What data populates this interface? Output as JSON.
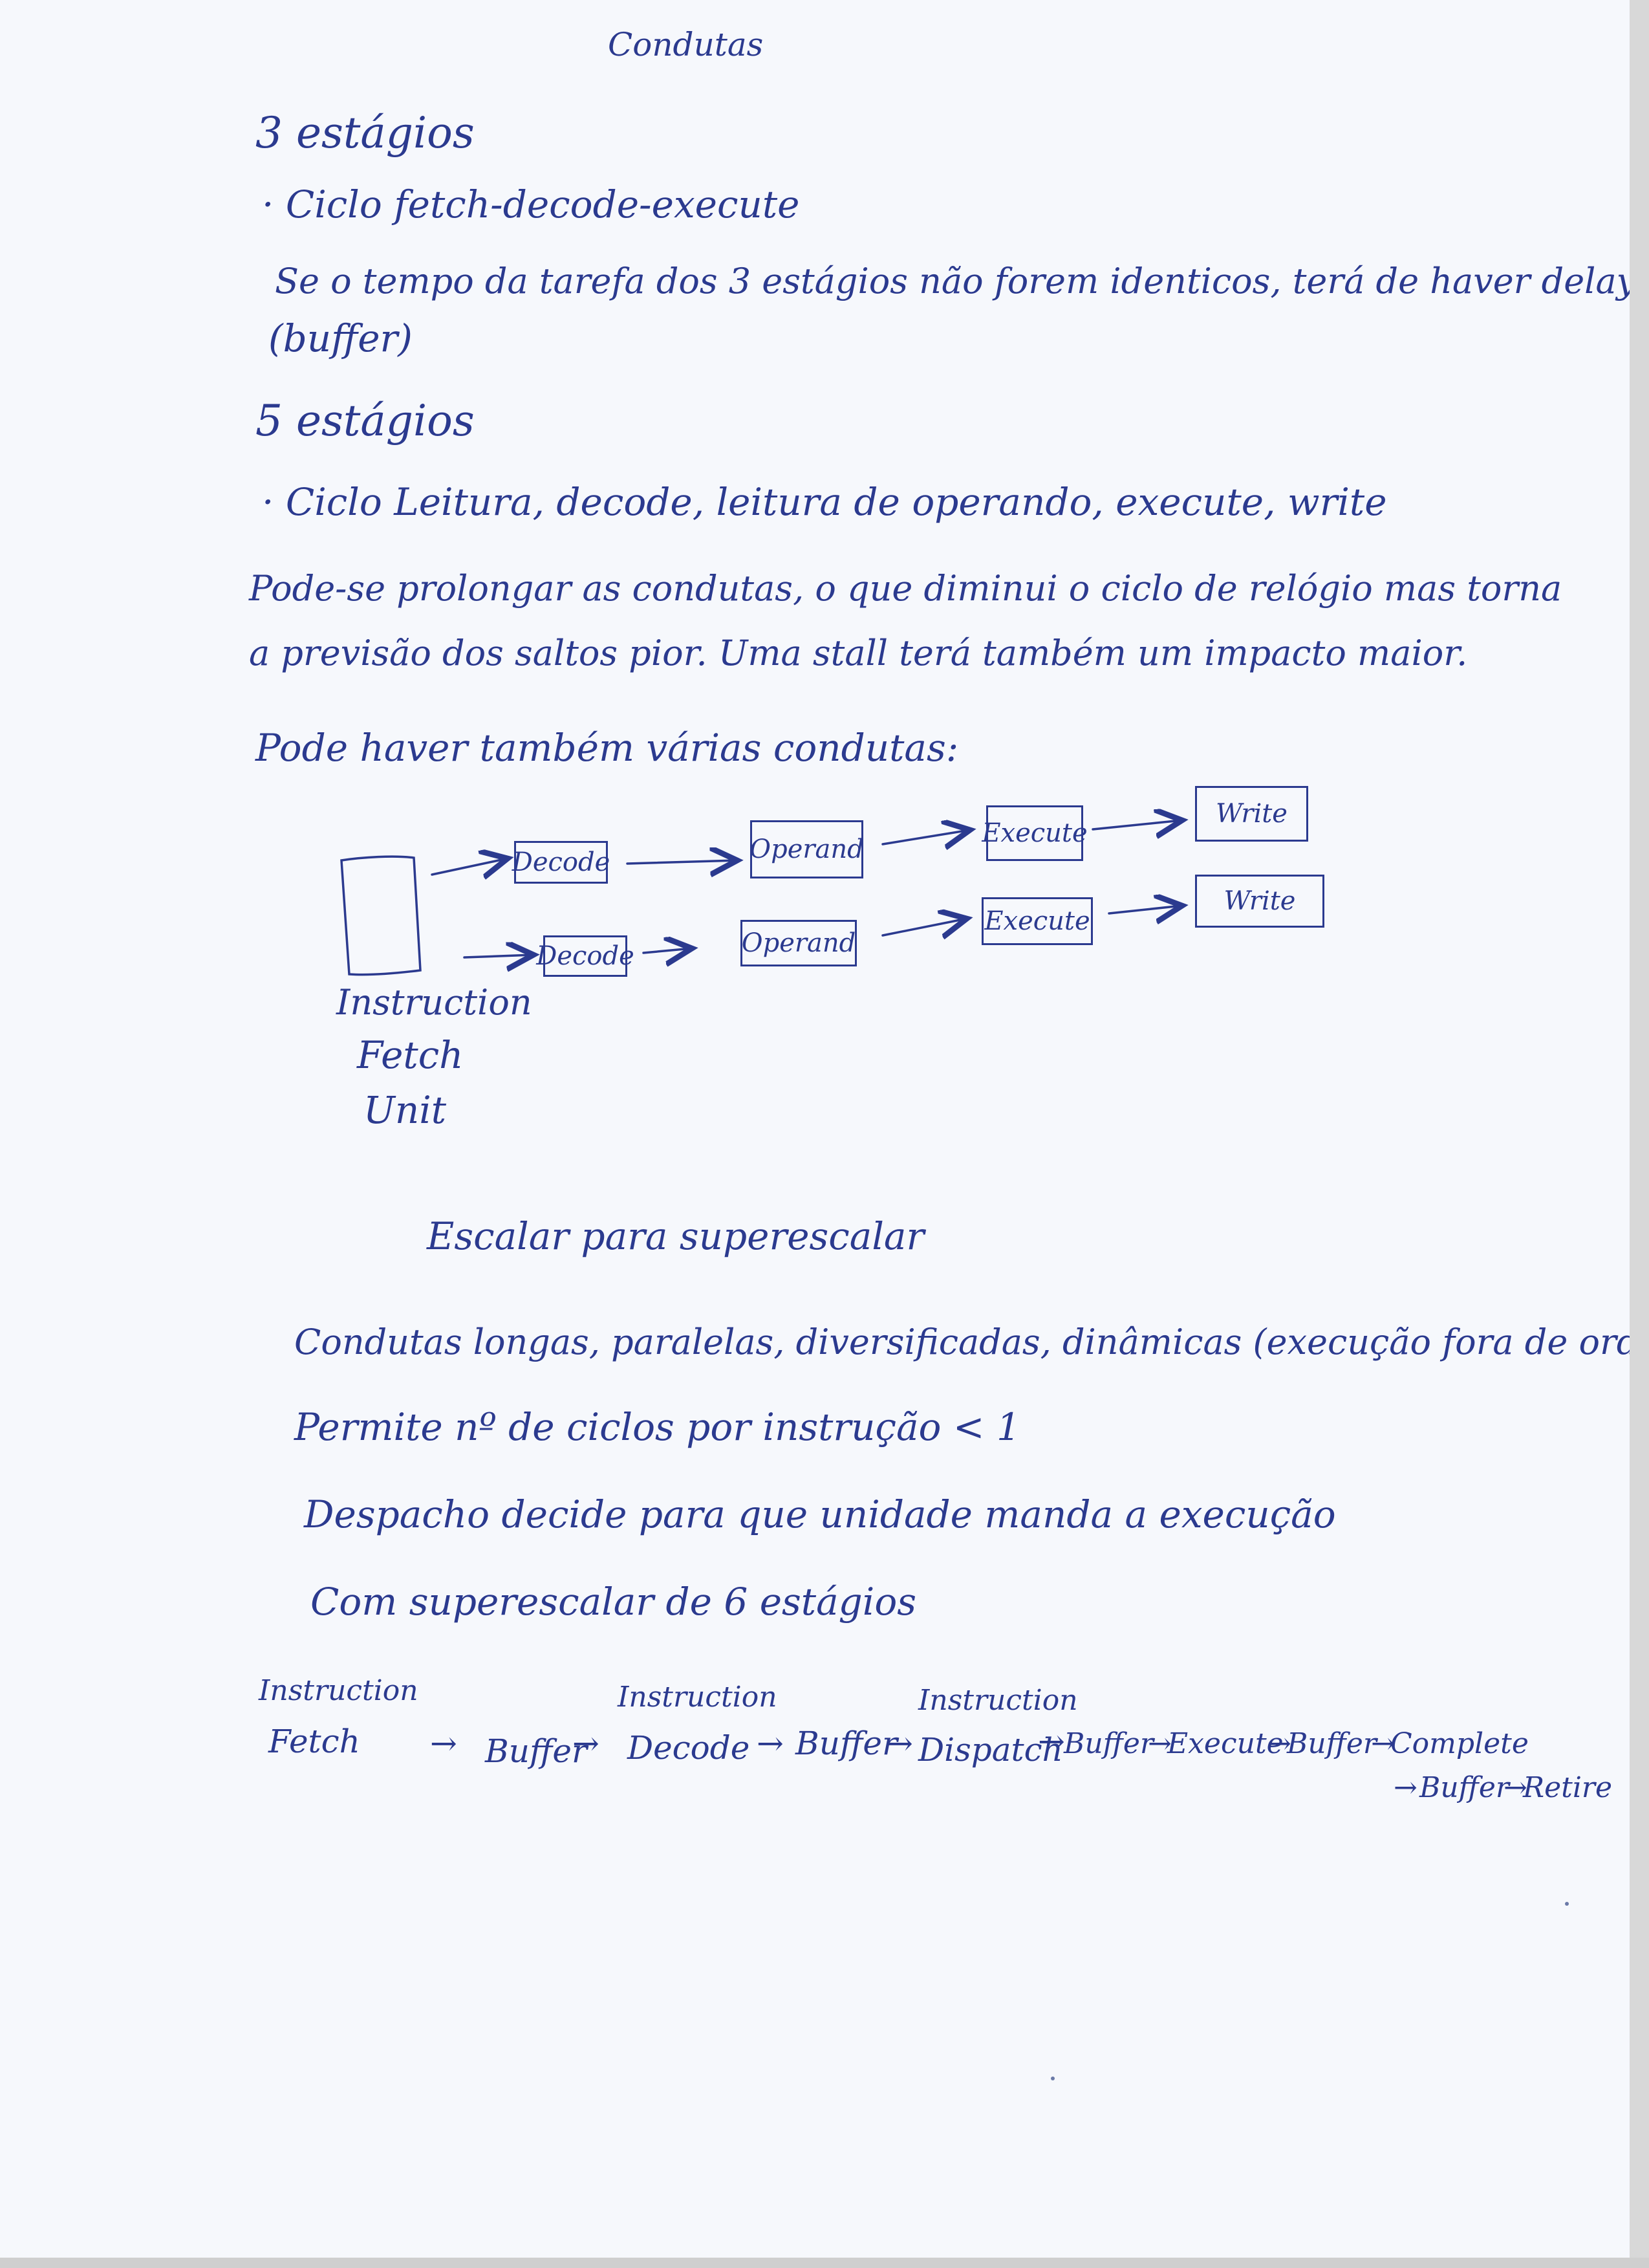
{
  "notes": {
    "title": "Condutas",
    "section1": {
      "heading": "3 estágios",
      "bullet": "· Ciclo fetch-decode-execute",
      "text_line1": "Se o tempo da tarefa dos 3 estágios não forem identicos, terá de haver delays",
      "text_line2": "(buffer)"
    },
    "section2": {
      "heading": "5 estágios",
      "bullet": "· Ciclo Leitura, decode, leitura de operando, execute, write",
      "text_line1": "Pode-se prolongar as condutas, o que diminui o ciclo de relógio mas torna",
      "text_line2": "a previsão dos saltos pior. Uma stall terá também um impacto maior."
    },
    "section3": {
      "intro": "Pode haver também várias condutas:",
      "unit_label": [
        "Instruction",
        "Fetch",
        "Unit"
      ],
      "row1": [
        "Decode",
        "Operand",
        "Execute",
        "Write"
      ],
      "row2": [
        "Decode",
        "Operand",
        "Execute",
        "Write"
      ]
    },
    "section4": {
      "heading": "Escalar para superescalar",
      "lines": [
        "Condutas longas, paralelas, diversificadas, dinâmicas (execução fora de ordem)",
        "Permite nº de ciclos por instrução < 1",
        "Despacho decide para que unidade manda a execução",
        "Com superescalar de 6 estágios"
      ]
    },
    "section5": {
      "stage1": [
        "Instruction",
        "Fetch"
      ],
      "stage2": "Buffer",
      "stage3": [
        "Instruction",
        "Decode"
      ],
      "stage4": "Buffer",
      "stage5": [
        "Instruction",
        "Dispatch"
      ],
      "stage6": "Buffer",
      "stage7": "Execute",
      "stage8": "Buffer",
      "stage9": "Complete",
      "stage10": "Buffer",
      "stage11": "Retire",
      "arrow": "→"
    }
  }
}
